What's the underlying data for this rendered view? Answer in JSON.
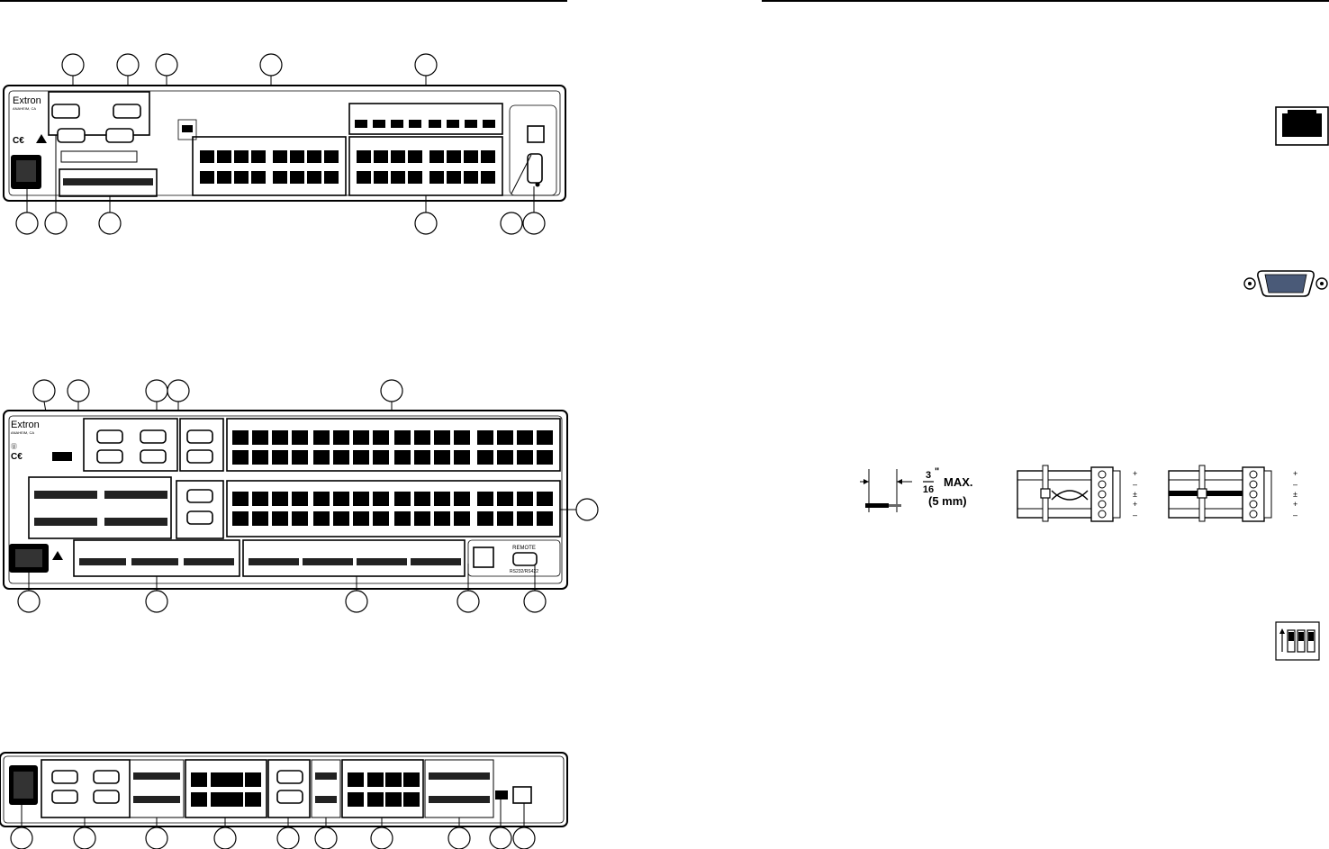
{
  "panels": {
    "top": {
      "brand": "Extron",
      "location": "ANAHEIM, CA"
    },
    "middle": {
      "brand": "Extron",
      "location": "ANAHEIM, CA",
      "remote_label": "REMOTE",
      "remote_sub": "RS232/RS422"
    },
    "bottom": {}
  },
  "wire_diagram": {
    "numerator": "3",
    "inch_mark": "\"",
    "denominator": "16",
    "max_label": "MAX.",
    "metric_label": "(5 mm)",
    "pin_labels": [
      "+",
      "–",
      "±",
      "+",
      "–"
    ]
  },
  "icons": [
    "rj45-icon",
    "db15-icon",
    "dip-switch-icon"
  ]
}
